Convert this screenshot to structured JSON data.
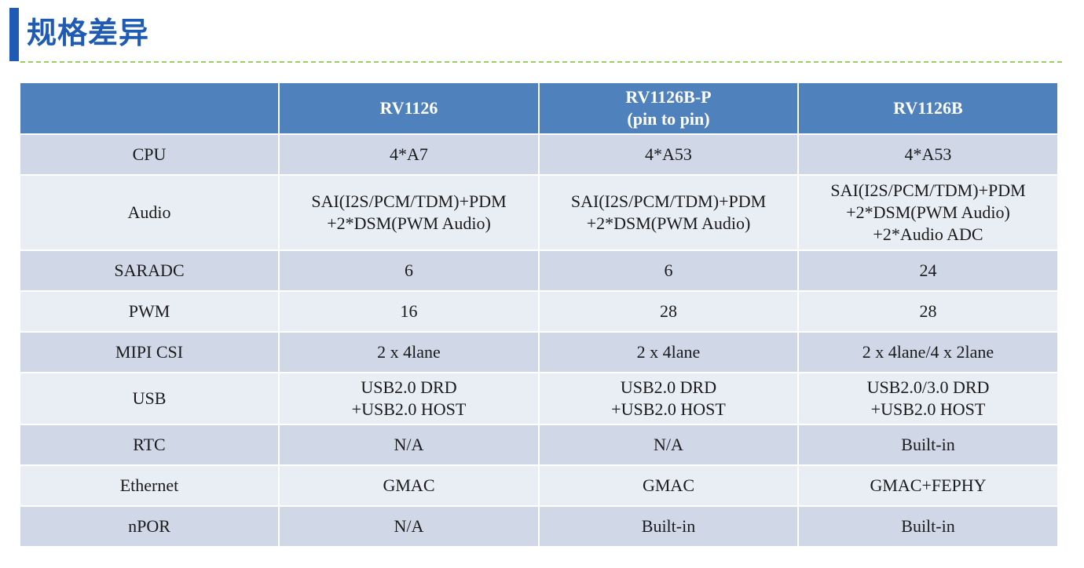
{
  "title": "规格差异",
  "table": {
    "headers": [
      [
        ""
      ],
      [
        "RV1126"
      ],
      [
        "RV1126B-P",
        "(pin to pin)"
      ],
      [
        "RV1126B"
      ]
    ],
    "rows": [
      {
        "label": "CPU",
        "cells": [
          [
            "4*A7"
          ],
          [
            "4*A53"
          ],
          [
            "4*A53"
          ]
        ]
      },
      {
        "label": "Audio",
        "cells": [
          [
            "SAI(I2S/PCM/TDM)+PDM",
            "+2*DSM(PWM Audio)"
          ],
          [
            "SAI(I2S/PCM/TDM)+PDM",
            "+2*DSM(PWM Audio)"
          ],
          [
            "SAI(I2S/PCM/TDM)+PDM",
            "+2*DSM(PWM Audio)",
            "+2*Audio ADC"
          ]
        ]
      },
      {
        "label": "SARADC",
        "cells": [
          [
            "6"
          ],
          [
            "6"
          ],
          [
            "24"
          ]
        ]
      },
      {
        "label": "PWM",
        "cells": [
          [
            "16"
          ],
          [
            "28"
          ],
          [
            "28"
          ]
        ]
      },
      {
        "label": "MIPI CSI",
        "cells": [
          [
            "2 x 4lane"
          ],
          [
            "2 x 4lane"
          ],
          [
            "2 x 4lane/4 x 2lane"
          ]
        ]
      },
      {
        "label": "USB",
        "cells": [
          [
            "USB2.0 DRD",
            "+USB2.0 HOST"
          ],
          [
            "USB2.0 DRD",
            "+USB2.0 HOST"
          ],
          [
            "USB2.0/3.0 DRD",
            "+USB2.0 HOST"
          ]
        ]
      },
      {
        "label": "RTC",
        "cells": [
          [
            "N/A"
          ],
          [
            "N/A"
          ],
          [
            "Built-in"
          ]
        ]
      },
      {
        "label": "Ethernet",
        "cells": [
          [
            "GMAC"
          ],
          [
            "GMAC"
          ],
          [
            "GMAC+FEPHY"
          ]
        ]
      },
      {
        "label": "nPOR",
        "cells": [
          [
            "N/A"
          ],
          [
            "Built-in"
          ],
          [
            "Built-in"
          ]
        ]
      }
    ]
  },
  "colors": {
    "accent": "#1f5bb5",
    "header_bg": "#4f81bd",
    "row_dark": "#d0d8e8",
    "row_light": "#e9edf4",
    "divider": "#9ccc65"
  }
}
